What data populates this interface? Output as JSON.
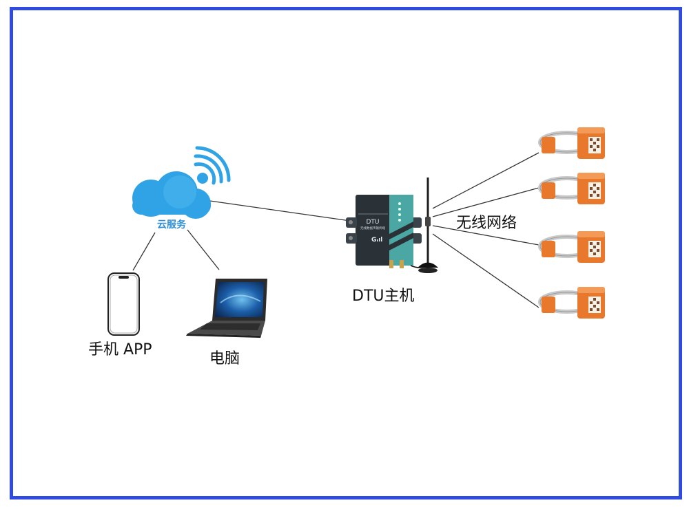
{
  "cloud": {
    "label": "云服务",
    "color": "#2fa3e6"
  },
  "devices": {
    "phone_label": "手机  APP",
    "computer_label": "电脑",
    "dtu_label": "DTU主机",
    "network_label": "无线网络"
  },
  "dtu_panel": {
    "model": "DTU",
    "subtitle": "无线数据传输终端",
    "logo": "G",
    "accent_color": "#4aa7a3",
    "body_color": "#2a3238"
  },
  "sensors": {
    "count": 4,
    "body_color": "#e8782c",
    "band_color": "#c9c9c9"
  },
  "colors": {
    "frame": "#2f4be0"
  }
}
